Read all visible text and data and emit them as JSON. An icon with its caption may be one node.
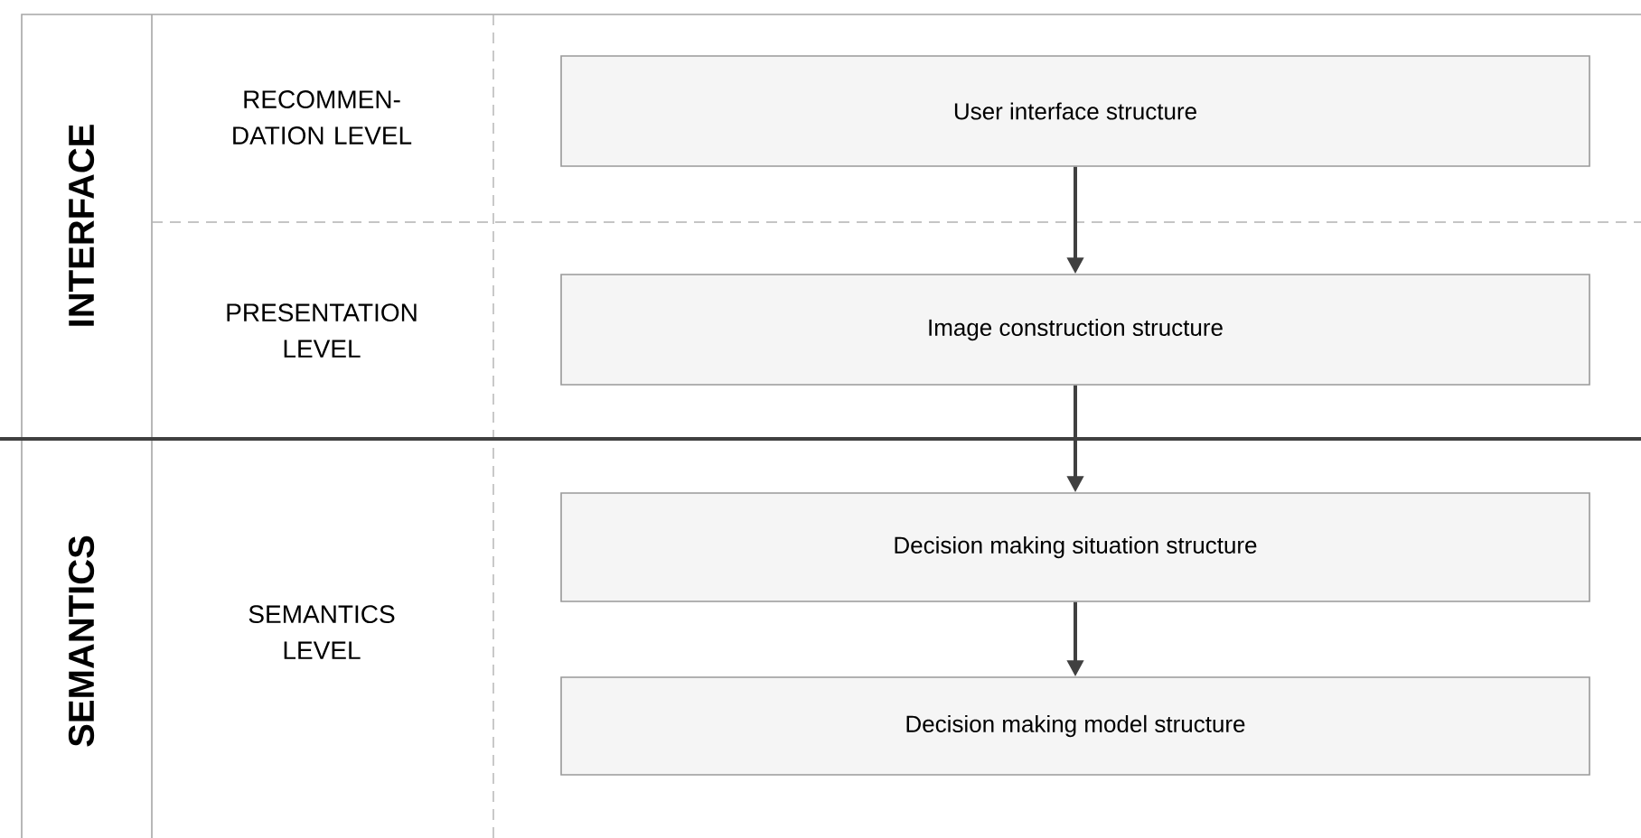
{
  "diagram": {
    "nodes": [
      {
        "text": [
          "User interface structure"
        ]
      },
      {
        "text": [
          "Image construction structure"
        ]
      },
      {
        "text": [
          "Decision making situation structure"
        ]
      },
      {
        "text": [
          "Decision making model structure"
        ]
      }
    ],
    "edges": [
      {
        "from": 0,
        "to": 1,
        "arrow": "to"
      },
      {
        "from": 1,
        "to": 2,
        "arrow": "to"
      },
      {
        "from": 2,
        "to": 3,
        "arrow": "to"
      }
    ],
    "labels": [
      "INTERFACE",
      "RECOMMEN- DATION LEVEL",
      "PRESENTATION LEVEL",
      "SEMANTICS",
      "SEMANTICS LEVEL"
    ]
  }
}
